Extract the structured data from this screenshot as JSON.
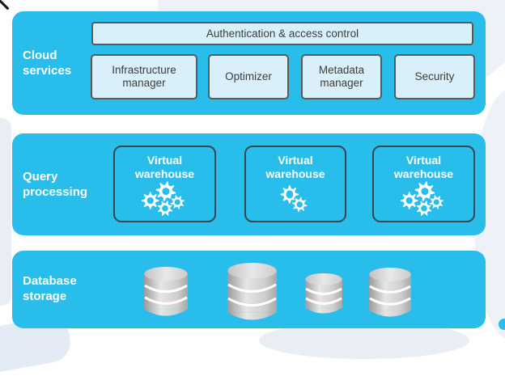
{
  "palette": {
    "band_cyan": "#29bdeb",
    "box_fill": "#d9f0fb",
    "box_border": "#595959",
    "vw_border": "#36454e",
    "box_text": "#3d3d3d",
    "label_text": "#ffffff",
    "cloud_bg": "#edf2f8",
    "cylinder_dark": "#9b9b9b",
    "cylinder_light": "#e6e6e6"
  },
  "bands": {
    "cloud_services": {
      "label": "Cloud services",
      "auth_box": "Authentication & access control",
      "services": [
        "Infrastructure manager",
        "Optimizer",
        "Metadata manager",
        "Security"
      ]
    },
    "query_processing": {
      "label": "Query processing",
      "warehouses": [
        {
          "label": "Virtual warehouse",
          "gear_icon": "gears-4"
        },
        {
          "label": "Virtual warehouse",
          "gear_icon": "gears-2"
        },
        {
          "label": "Virtual warehouse",
          "gear_icon": "gears-4"
        }
      ]
    },
    "database_storage": {
      "label": "Database storage",
      "cylinders": [
        {
          "size": "large",
          "w": 54,
          "h": 64
        },
        {
          "size": "x-large",
          "w": 61,
          "h": 74
        },
        {
          "size": "small",
          "w": 46,
          "h": 53
        },
        {
          "size": "medium",
          "w": 52,
          "h": 64
        }
      ]
    }
  }
}
